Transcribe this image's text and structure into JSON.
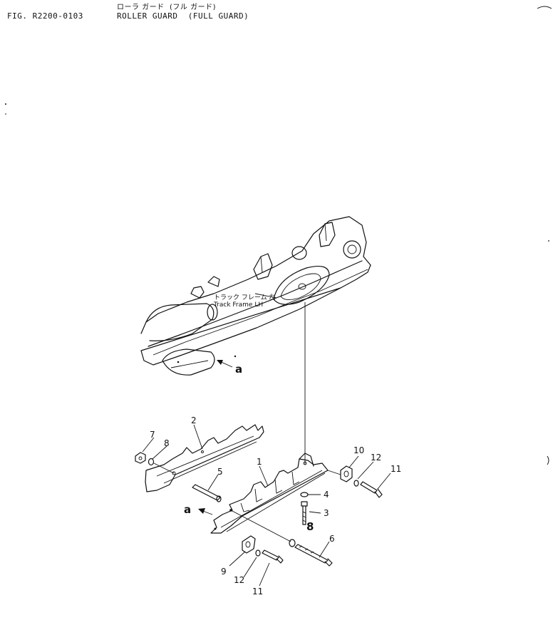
{
  "header": {
    "fig_code": "FIG. R2200-0103",
    "title_jp": "ローラ ガード  (フル ガード)",
    "title_en": "ROLLER GUARD  (FULL GUARD)"
  },
  "diagram": {
    "frame_label_jp": "トラック フレーム 左",
    "frame_label_en": "Track Frame LH",
    "view_marks": [
      "a",
      "a"
    ],
    "callouts": [
      {
        "id": "c1",
        "text": "1"
      },
      {
        "id": "c2",
        "text": "2"
      },
      {
        "id": "c3",
        "text": "3"
      },
      {
        "id": "c4",
        "text": "4"
      },
      {
        "id": "c5",
        "text": "5"
      },
      {
        "id": "c6",
        "text": "6"
      },
      {
        "id": "c7",
        "text": "7"
      },
      {
        "id": "c8a",
        "text": "8"
      },
      {
        "id": "c8b",
        "text": "8"
      },
      {
        "id": "c9",
        "text": "9"
      },
      {
        "id": "c10",
        "text": "10"
      },
      {
        "id": "c11a",
        "text": "11"
      },
      {
        "id": "c11b",
        "text": "11"
      },
      {
        "id": "c12a",
        "text": "12"
      },
      {
        "id": "c12b",
        "text": "12"
      }
    ]
  }
}
